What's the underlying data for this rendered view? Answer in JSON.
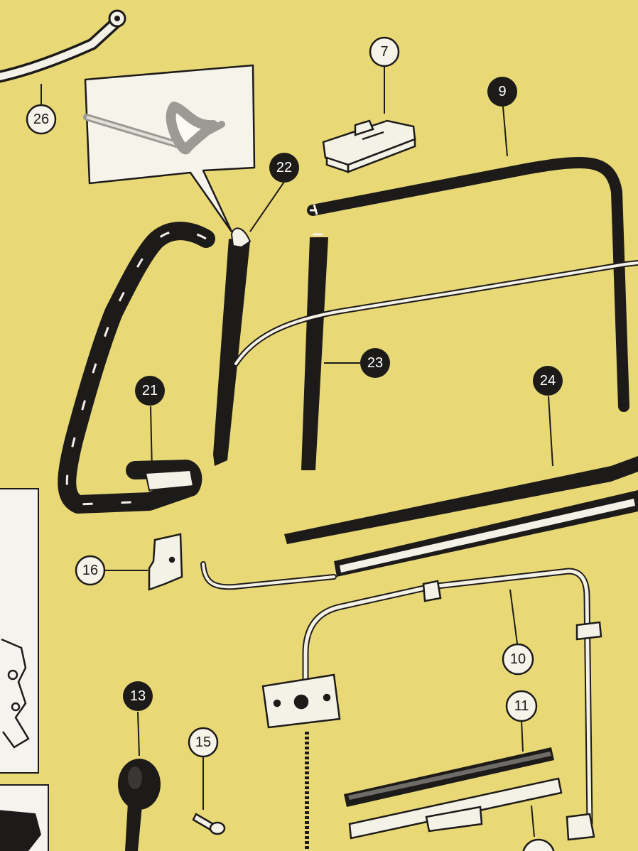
{
  "colors": {
    "background": "#e9d876",
    "ink": "#1d1b1a",
    "part_light": "#f4f1e6",
    "callout_light_fill": "#f5f3ea",
    "callout_dark_fill": "#1d1b1a",
    "side_panel": "#f5f3ee"
  },
  "callouts": [
    {
      "id": "26",
      "style": "light",
      "points_to": "door-pull-handle"
    },
    {
      "id": "7",
      "style": "light",
      "points_to": "clip"
    },
    {
      "id": "9",
      "style": "dark",
      "points_to": "window-frame-seal"
    },
    {
      "id": "22",
      "style": "dark",
      "points_to": "channel-seal"
    },
    {
      "id": "23",
      "style": "dark",
      "points_to": "window-channel"
    },
    {
      "id": "21",
      "style": "dark",
      "points_to": "quarter-window-seal"
    },
    {
      "id": "24",
      "style": "dark",
      "points_to": "waist-seal"
    },
    {
      "id": "16",
      "style": "light",
      "points_to": "bracket"
    },
    {
      "id": "10",
      "style": "light",
      "points_to": "regulator-cable"
    },
    {
      "id": "11",
      "style": "light",
      "points_to": "glass-channel"
    },
    {
      "id": "13",
      "style": "dark",
      "points_to": "window-winder-knob"
    },
    {
      "id": "15",
      "style": "light",
      "points_to": "screw"
    }
  ]
}
